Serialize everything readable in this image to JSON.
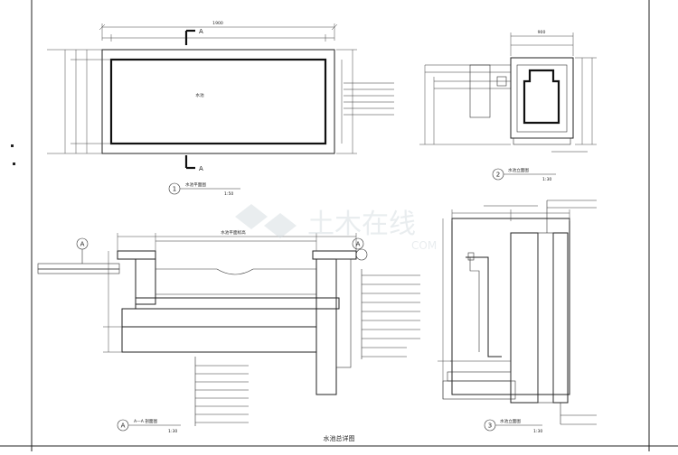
{
  "sheet": {
    "title": "水池总详图",
    "watermark_text": "土木在线",
    "watermark_sub": "COM"
  },
  "plan_view": {
    "number": "1",
    "title": "水池平面图",
    "scale": "1:50",
    "section_mark": "A",
    "center_label": "水池",
    "dim_top": "1900"
  },
  "elevation_view": {
    "number": "2",
    "title": "水池立面图",
    "scale": "1:30",
    "dim_top": "900"
  },
  "section_a": {
    "number": "A",
    "title": "A—A 剖面图",
    "scale": "1:30",
    "top_label": "水池平面标高",
    "callout_a": "A"
  },
  "section_3": {
    "number": "3",
    "title": "水池立面图",
    "scale": "1:30"
  },
  "colors": {
    "line": "#222222",
    "watermark": "#cfd8dd",
    "hatch": "#555555"
  }
}
